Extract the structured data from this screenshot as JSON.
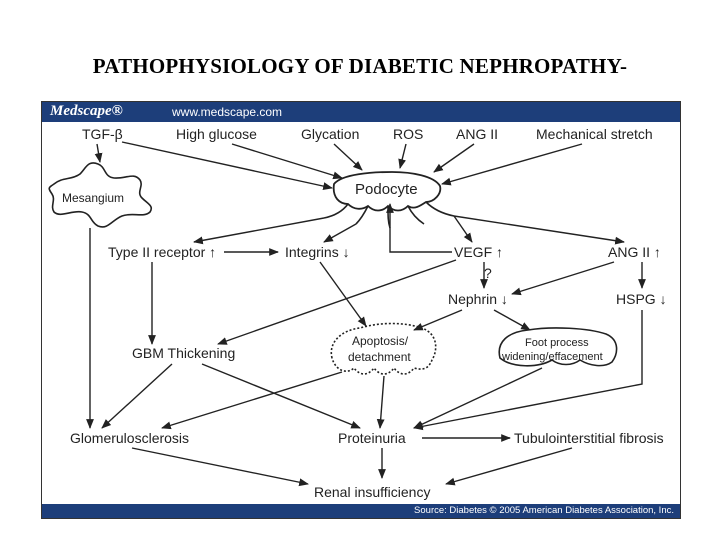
{
  "title": "PATHOPHYSIOLOGY OF DIABETIC NEPHROPATHY-",
  "header": {
    "logo": "Medscape®",
    "url": "www.medscape.com"
  },
  "footer": {
    "source": "Source: Diabetes © 2005 American Diabetes Association, Inc."
  },
  "diagram": {
    "tgf": "TGF-β",
    "high_glucose": "High glucose",
    "glycation": "Glycation",
    "ros": "ROS",
    "ang2_top": "ANG II",
    "mechanical_stretch": "Mechanical stretch",
    "mesangium": "Mesangium",
    "podocyte": "Podocyte",
    "type2_receptor": "Type II receptor ↑",
    "integrins": "Integrins ↓",
    "vegf": "VEGF ↑",
    "ang2_mid": "ANG II ↑",
    "question": "?",
    "nephrin": "Nephrin ↓",
    "hspg": "HSPG ↓",
    "gbm": "GBM Thickening",
    "apoptosis_1": "Apoptosis/",
    "apoptosis_2": "detachment",
    "foot_1": "Foot process",
    "foot_2": "widening/effacement",
    "glomerulosclerosis": "Glomerulosclerosis",
    "proteinuria": "Proteinuria",
    "tubulo": "Tubulointerstitial fibrosis",
    "renal": "Renal insufficiency"
  }
}
